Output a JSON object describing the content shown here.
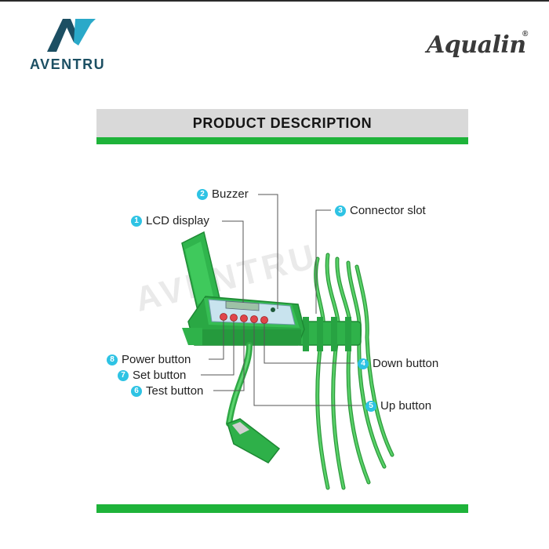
{
  "brand": {
    "left_logo_text": "AVENTRU",
    "right_logo_text": "Aqualin",
    "right_logo_mark": "®"
  },
  "banner": {
    "title": "PRODUCT DESCRIPTION"
  },
  "watermark": "AVENTRU",
  "colors": {
    "accent_green": "#1eb33a",
    "badge_blue": "#2ec3e4",
    "banner_gray": "#d9d9d9",
    "logo_teal": "#1c4f63"
  },
  "callouts": [
    {
      "num": "1",
      "text": "LCD display"
    },
    {
      "num": "2",
      "text": "Buzzer"
    },
    {
      "num": "3",
      "text": "Connector slot"
    },
    {
      "num": "4",
      "text": "Down button"
    },
    {
      "num": "5",
      "text": "Up button"
    },
    {
      "num": "6",
      "text": "Test button"
    },
    {
      "num": "7",
      "text": "Set button"
    },
    {
      "num": "8",
      "text": "Power button"
    }
  ]
}
